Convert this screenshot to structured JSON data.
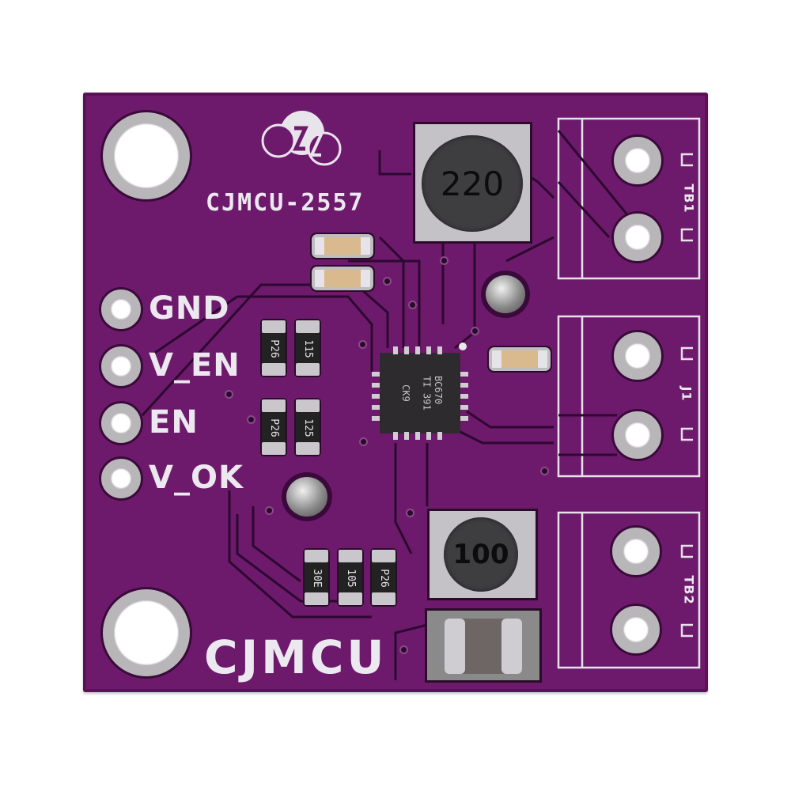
{
  "board": {
    "color": "#6e1a6c",
    "model_label": "CJMCU-2557",
    "brand_label": "CJMCU",
    "logo": "cjmcu-zz-logo"
  },
  "pin_header": {
    "pins": [
      {
        "label": "GND"
      },
      {
        "label": "V_EN"
      },
      {
        "label": "EN"
      },
      {
        "label": "V_OK"
      }
    ]
  },
  "terminals": [
    {
      "label": "TB1"
    },
    {
      "label": "J1"
    },
    {
      "label": "TB2"
    }
  ],
  "ic": {
    "marking_line1": "BC670",
    "marking_line2": "TI 391",
    "marking_line3": "CK9"
  },
  "inductors": [
    {
      "marking": "220"
    },
    {
      "marking": "100"
    }
  ],
  "resistors": [
    {
      "marking": "P26"
    },
    {
      "marking": "115"
    },
    {
      "marking": "P26"
    },
    {
      "marking": "125"
    },
    {
      "marking": "30E"
    },
    {
      "marking": "105"
    },
    {
      "marking": "P26"
    }
  ]
}
